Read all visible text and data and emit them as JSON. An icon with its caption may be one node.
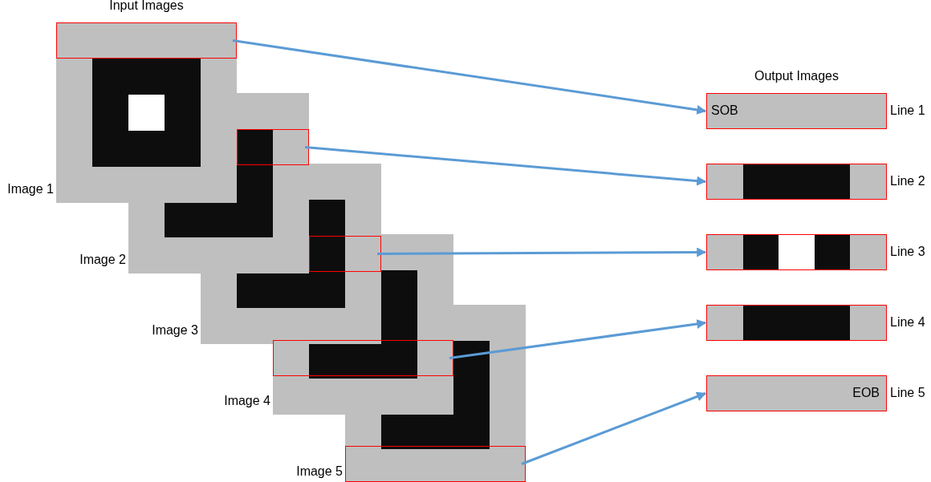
{
  "diagram": {
    "nodes": [
      {
        "text": [],
        "shape": "picture",
        "beside": [
          "Image 1"
        ]
      },
      {
        "text": [],
        "shape": "picture",
        "beside": [
          "Image 2"
        ]
      },
      {
        "text": [],
        "shape": "picture",
        "beside": [
          "Image 3"
        ]
      },
      {
        "text": [],
        "shape": "picture",
        "beside": [
          "Image 4"
        ]
      },
      {
        "text": [],
        "shape": "picture",
        "beside": [
          "Image 5"
        ]
      },
      {
        "text": [],
        "shape": "box",
        "in": 0
      },
      {
        "text": [],
        "shape": "box",
        "in": 1
      },
      {
        "text": [],
        "shape": "box"
      },
      {
        "text": [],
        "shape": "box",
        "in": 3
      },
      {
        "text": [],
        "shape": "box",
        "in": 4
      },
      {
        "text": [
          "SOB"
        ],
        "beside": [
          "Line 1"
        ]
      },
      {
        "text": [],
        "shape": "box",
        "beside": [
          "Line 2"
        ]
      },
      {
        "text": [],
        "shape": "box",
        "beside": [
          "Line 3"
        ]
      },
      {
        "text": [],
        "shape": "box",
        "beside": [
          "Line 4"
        ]
      },
      {
        "text": [
          "EOB"
        ],
        "beside": [
          "Line 5"
        ]
      }
    ],
    "edges": [
      {
        "from": 5,
        "to": 10,
        "arrow": "to"
      },
      {
        "from": 6,
        "to": 11,
        "arrow": "to"
      },
      {
        "from": 7,
        "to": 12,
        "arrow": "to"
      },
      {
        "from": 8,
        "to": 13,
        "arrow": "to"
      },
      {
        "from": 9,
        "to": 14,
        "arrow": "to"
      }
    ],
    "labels": [
      "Input Images",
      "Output Images"
    ]
  }
}
